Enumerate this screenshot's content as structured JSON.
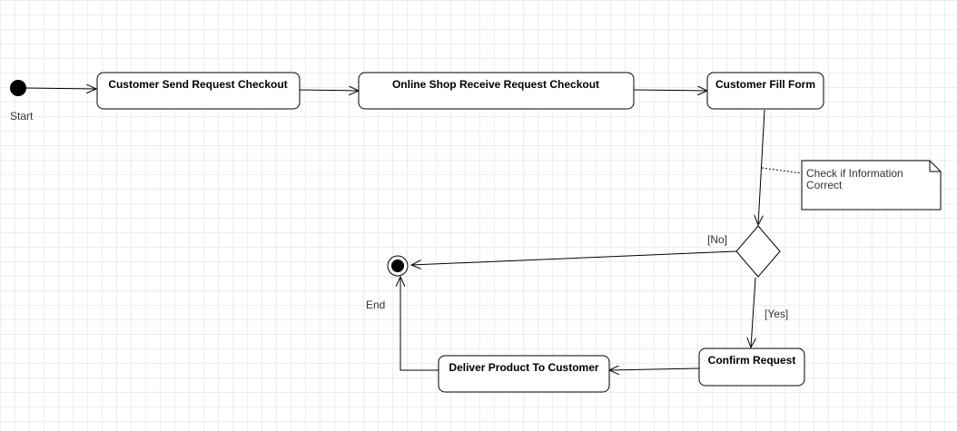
{
  "nodes": {
    "start_label": "Start",
    "end_label": "End",
    "customer_send": "Customer Send Request Checkout",
    "shop_receive": "Online Shop Receive Request Checkout",
    "fill_form": "Customer Fill Form",
    "confirm": "Confirm Request",
    "deliver": "Deliver Product To Customer"
  },
  "note": {
    "line1": "Check if Information",
    "line2": "Correct"
  },
  "guards": {
    "no": "[No]",
    "yes": "[Yes]"
  },
  "colors": {
    "stroke": "#000000",
    "grid": "#ededed",
    "label_text": "#333333"
  }
}
